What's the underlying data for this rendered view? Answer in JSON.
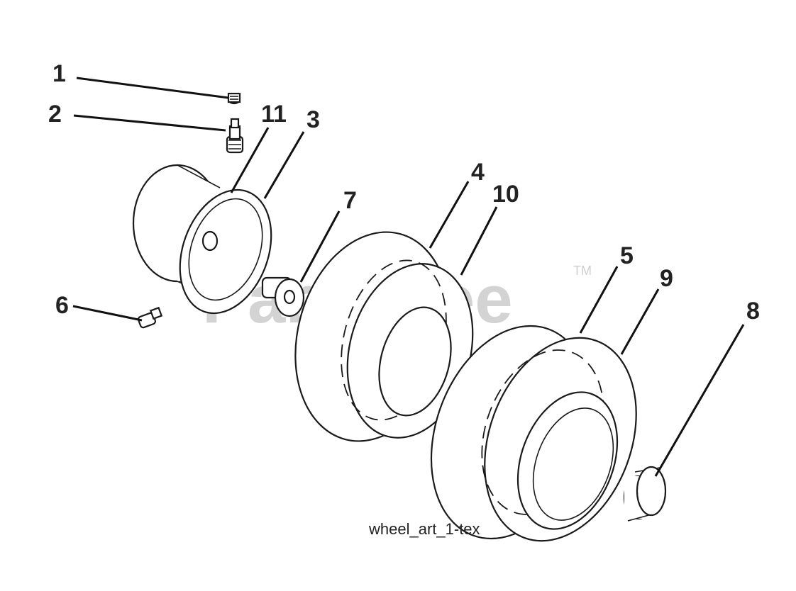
{
  "watermark": {
    "text": "PartsTree",
    "trademark": "TM"
  },
  "art_label": "wheel_art_1-tex",
  "callouts": [
    {
      "id": "1",
      "label": "1"
    },
    {
      "id": "2",
      "label": "2"
    },
    {
      "id": "11",
      "label": "11"
    },
    {
      "id": "3",
      "label": "3"
    },
    {
      "id": "4",
      "label": "4"
    },
    {
      "id": "10",
      "label": "10"
    },
    {
      "id": "7",
      "label": "7"
    },
    {
      "id": "6",
      "label": "6"
    },
    {
      "id": "5",
      "label": "5"
    },
    {
      "id": "9",
      "label": "9"
    },
    {
      "id": "8",
      "label": "8"
    }
  ]
}
